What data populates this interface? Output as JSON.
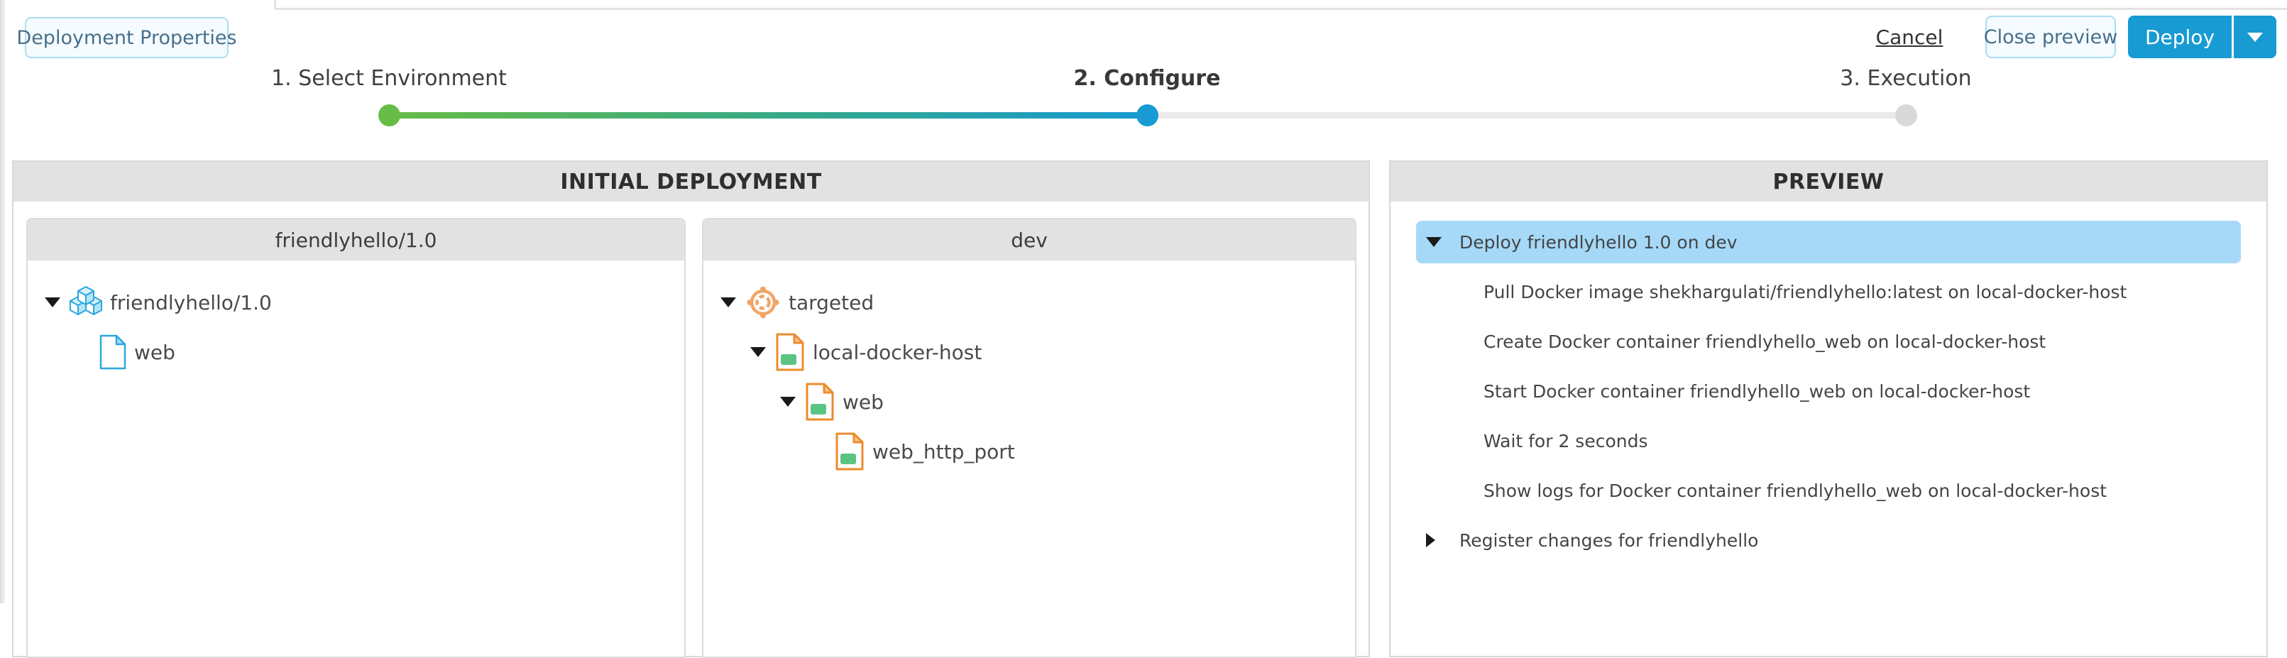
{
  "top_bar": {
    "deployment_properties_label": "Deployment Properties",
    "cancel_label": "Cancel",
    "close_preview_label": "Close preview",
    "deploy_label": "Deploy",
    "deploy_options_icon": "chevron-down-icon"
  },
  "stepper": {
    "steps": [
      {
        "label": "1. Select Environment",
        "state": "complete"
      },
      {
        "label": "2. Configure",
        "state": "active"
      },
      {
        "label": "3. Execution",
        "state": "pending"
      }
    ]
  },
  "panels": {
    "initial_deployment": {
      "title": "INITIAL DEPLOYMENT",
      "package_panel": {
        "title": "friendlyhello/1.0",
        "tree": [
          {
            "label": "friendlyhello/1.0",
            "icon": "package-icon",
            "caret": "down",
            "level": 0
          },
          {
            "label": "web",
            "icon": "file-icon",
            "caret": "none",
            "level": 1
          }
        ]
      },
      "environment_panel": {
        "title": "dev",
        "tree": [
          {
            "label": "targeted",
            "icon": "target-icon",
            "caret": "down",
            "level": 0
          },
          {
            "label": "local-docker-host",
            "icon": "container-icon",
            "caret": "down",
            "level": 1
          },
          {
            "label": "web",
            "icon": "container-icon",
            "caret": "down",
            "level": 2
          },
          {
            "label": "web_http_port",
            "icon": "container-icon",
            "caret": "none",
            "level": 3
          }
        ]
      }
    },
    "preview": {
      "title": "PREVIEW",
      "steps": [
        {
          "label": "Deploy friendlyhello 1.0 on dev",
          "caret": "down",
          "selected": true,
          "child": false
        },
        {
          "label": "Pull Docker image shekhargulati/friendlyhello:latest on local-docker-host",
          "caret": "none",
          "selected": false,
          "child": true
        },
        {
          "label": "Create Docker container friendlyhello_web on local-docker-host",
          "caret": "none",
          "selected": false,
          "child": true
        },
        {
          "label": "Start Docker container friendlyhello_web on local-docker-host",
          "caret": "none",
          "selected": false,
          "child": true
        },
        {
          "label": "Wait for 2 seconds",
          "caret": "none",
          "selected": false,
          "child": true
        },
        {
          "label": "Show logs for Docker container friendlyhello_web on local-docker-host",
          "caret": "none",
          "selected": false,
          "child": true
        },
        {
          "label": "Register changes for friendlyhello",
          "caret": "right",
          "selected": false,
          "child": false
        }
      ]
    }
  },
  "colors": {
    "accent_blue": "#189ad2",
    "success_green": "#67bc45",
    "pending_gray": "#d9d9d9",
    "selected_row_bg": "#a6d9f8",
    "panel_header_bg": "#e2e2e2",
    "light_button_border": "#abdcf4",
    "package_icon_blue": "#2aa8df",
    "environment_orange": "#f1a565",
    "container_orange": "#ee8b2b",
    "container_green": "#5ac583"
  }
}
